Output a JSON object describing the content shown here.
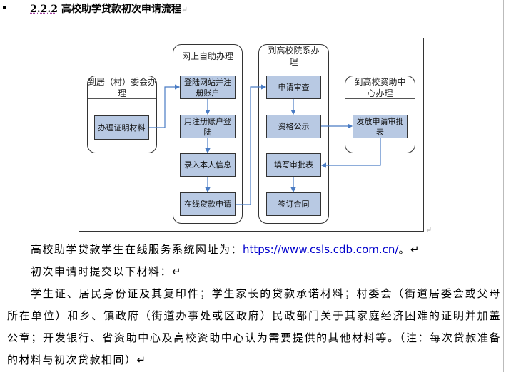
{
  "heading": {
    "number": "2.2.2",
    "title": "高校助学贷款初次申请流程",
    "mark": "↵"
  },
  "flow": {
    "lanes": [
      {
        "title": "到居（村）委会办理",
        "boxes": [
          "办理证明材料"
        ]
      },
      {
        "title": "网上自助办理",
        "boxes": [
          "登陆网站并注册账户",
          "用注册账户登陆",
          "录入本人信息",
          "在线贷款申请"
        ]
      },
      {
        "title": "到高校院系办理",
        "boxes": [
          "申请审查",
          "资格公示",
          "填写审批表",
          "签订合同"
        ]
      },
      {
        "title": "到高校资助中心办理",
        "boxes": [
          "发放申请审批表"
        ]
      }
    ],
    "arrow_color": "#4a7cc4",
    "box_color": "#b8c9e3"
  },
  "text": {
    "p1_prefix": "高校助学贷款学生在线服务系统网址为：",
    "p1_link": "https://www.csls.cdb.com.cn/",
    "p1_suffix": "。↵",
    "p2": "初次申请时提交以下材料：↵",
    "p3": "学生证、居民身份证及其复印件；学生家长的贷款承诺材料；村委会（街道居委会或父母所在单位）和乡、镇政府（街道办事处或区政府）民政部门关于其家庭经济困难的证明并加盖公章；开发银行、省资助中心及高校资助中心认为需要提供的其他材料等。（注：每次贷款准备的材料与初次贷款相同）↵"
  }
}
